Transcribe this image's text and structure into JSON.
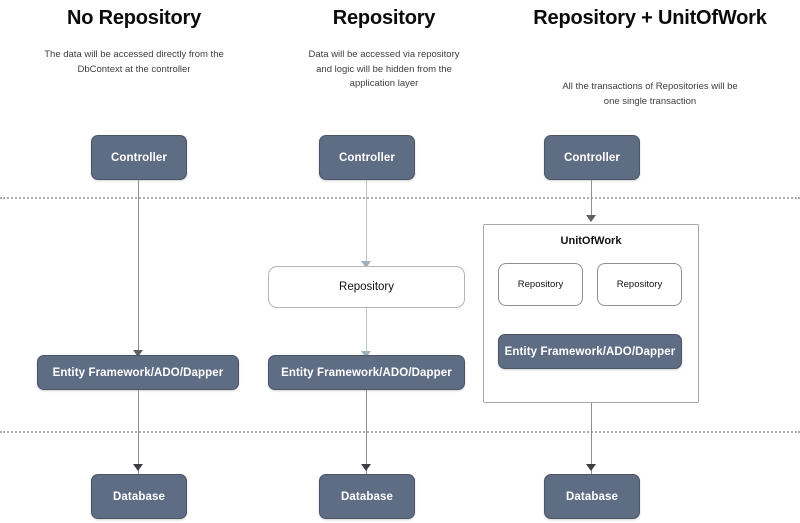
{
  "diagram": {
    "title_semantic": "repository-unitofwork-comparison-diagram",
    "columns": [
      {
        "id": "no-repository",
        "title": "No Repository",
        "subtitle": "The data will be accessed directly from the DbContext at the controller",
        "nodes": {
          "controller": "Controller",
          "data_access": "Entity Framework/ADO/Dapper",
          "database": "Database"
        }
      },
      {
        "id": "repository",
        "title": "Repository",
        "subtitle": "Data will be accessed via repository and logic will be hidden from the application layer",
        "nodes": {
          "controller": "Controller",
          "repository": "Repository",
          "data_access": "Entity Framework/ADO/Dapper",
          "database": "Database"
        }
      },
      {
        "id": "repository-unitofwork",
        "title": "Repository + UnitOfWork",
        "subtitle": "All the transactions of Repositories will be one single transaction",
        "nodes": {
          "controller": "Controller",
          "unit_of_work": "UnitOfWork",
          "repository_left": "Repository",
          "repository_right": "Repository",
          "data_access": "Entity Framework/ADO/Dapper",
          "database": "Database"
        }
      }
    ],
    "colors": {
      "node_dark_fill": "#5e6d83",
      "node_dark_border": "#4a5565",
      "node_light_fill": "#ffffff",
      "node_light_border": "#b4b4b4",
      "divider": "#9aa0a6",
      "connector": "#8d9299",
      "connector_pale": "#b9c6cf",
      "text_dark": "#0b0b0b",
      "text_light": "#ffffff"
    }
  }
}
